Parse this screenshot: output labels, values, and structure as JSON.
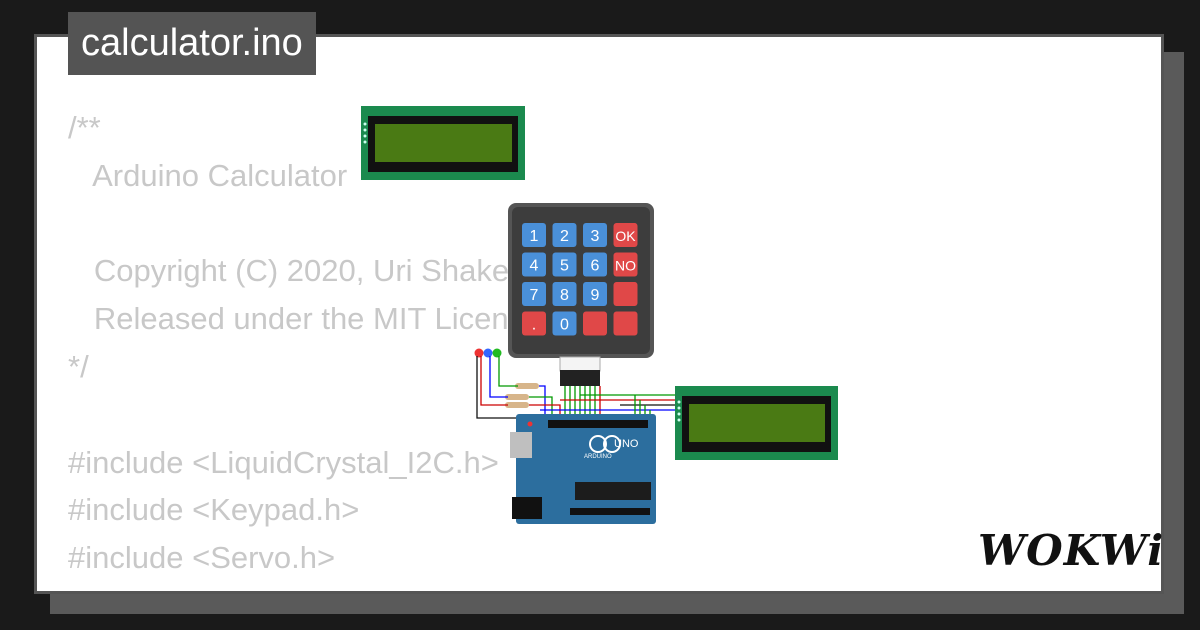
{
  "window": {
    "title": "calculator.ino"
  },
  "code_lines": [
    "/**",
    "   Arduino Calculator",
    "",
    "   Copyright (C) 2020, Uri Shaked",
    "   Released under the MIT License.",
    "*/",
    "",
    "#include <LiquidCrystal_I2C.h>",
    "#include <Keypad.h>",
    "#include <Servo.h>"
  ],
  "keypad": {
    "keys": [
      "1",
      "2",
      "3",
      "OK",
      "4",
      "5",
      "6",
      "NO",
      "7",
      "8",
      "9",
      "",
      ".",
      "0",
      "",
      ""
    ]
  },
  "arduino": {
    "brand": "ARDUINO",
    "model": "UNO"
  },
  "brand": {
    "logo_text": "WOKWi"
  },
  "colors": {
    "background": "#1a1a1a",
    "card": "#ffffff",
    "code_text": "#c8c8c8",
    "lcd_board": "#1b8a4e",
    "lcd_screen": "#4a7a14",
    "key_blue": "#4a90d9",
    "key_red": "#e04848",
    "arduino_board": "#2c6e9e"
  }
}
